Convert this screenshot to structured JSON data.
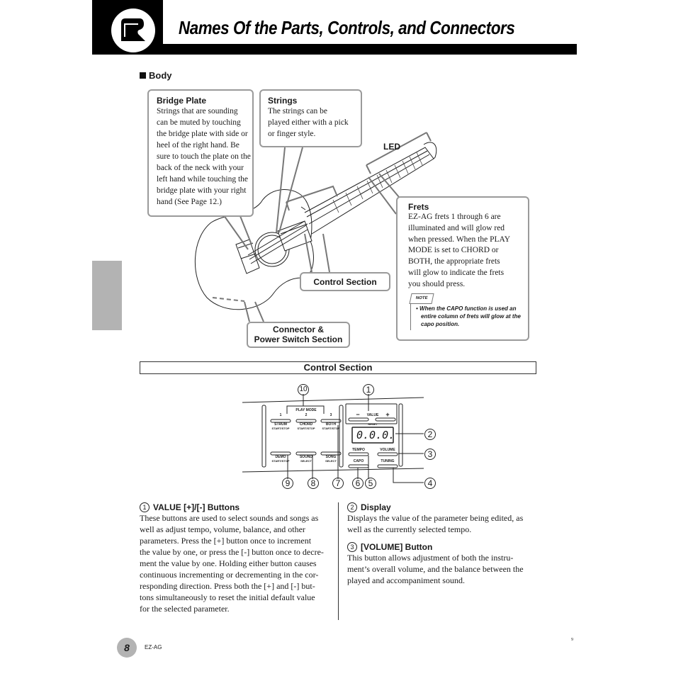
{
  "header": {
    "title": "Names Of the Parts, Controls, and Connectors",
    "icon": "grand-piano-icon"
  },
  "body_section": {
    "heading": "Body"
  },
  "callouts": {
    "bridge_plate": {
      "title": "Bridge Plate",
      "lines": [
        "Strings that are sounding",
        "can be muted by touching",
        "the bridge plate with side or",
        "heel of the right hand. Be",
        "sure to touch the plate on the",
        "back of the neck with your",
        "left hand while touching the",
        "bridge plate with your right",
        "hand (See Page 12.)"
      ]
    },
    "strings": {
      "title": "Strings",
      "lines": [
        "The strings can be",
        "played either with a pick",
        "or finger style."
      ]
    },
    "led": "LED",
    "frets": {
      "title": "Frets",
      "lines": [
        "EZ-AG frets 1 through 6 are",
        "illuminated and will glow red",
        "when pressed. When the PLAY",
        "MODE is set to CHORD or",
        "BOTH, the appropriate frets",
        "will glow to indicate the frets",
        "you should press."
      ]
    },
    "note": {
      "tag": "NOTE",
      "lines": [
        "• When the CAPO function is used an",
        "entire column of frets will glow at the",
        "capo position."
      ]
    },
    "control_section": "Control Section",
    "connector": [
      "Connector &",
      "Power Switch Section"
    ]
  },
  "control_section": {
    "heading": "Control Section",
    "panel": {
      "play_mode": "PLAY  MODE",
      "mode_numbers": [
        "1",
        "2",
        "3"
      ],
      "buttons_top": [
        {
          "l1": "STRUM",
          "l2": "START/STOP"
        },
        {
          "l1": "CHORD",
          "l2": "START/STOP"
        },
        {
          "l1": "BOTH",
          "l2": "START/STOP"
        }
      ],
      "buttons_bottom": [
        {
          "l1": "DEMO",
          "l2": "START/STOP"
        },
        {
          "l1": "SOUND",
          "l2": "SELECT"
        },
        {
          "l1": "SONG",
          "l2": "SELECT"
        }
      ],
      "value_minus": "−",
      "value_label": "VALUE",
      "value_plus": "+",
      "reset": "RESET",
      "display": "0.0.0.",
      "tempo": "TEMPO",
      "volume": "VOLUME",
      "capo": "CAPO",
      "tuning": "TUNING"
    },
    "numbers": {
      "n1": "1",
      "n2": "2",
      "n3": "3",
      "n4": "4",
      "n5": "5",
      "n6": "6",
      "n7": "7",
      "n8": "8",
      "n9": "9",
      "n10": "10"
    }
  },
  "descriptions": [
    {
      "num": "1",
      "title": "VALUE [+]/[-] Buttons",
      "lines": [
        "These buttons are used to select sounds and songs as",
        "well as adjust tempo, volume, balance, and other",
        "parameters. Press the [+] button once to increment",
        "the value by one, or press the [-] button once to decre-",
        "ment the value by one. Holding either button causes",
        "continuous incrementing or decrementing in the cor-",
        "responding direction. Press both the [+] and  [-] but-",
        "tons simultaneously to reset the initial default value",
        "for the selected parameter."
      ]
    },
    {
      "num": "2",
      "title": "Display",
      "lines": [
        "Displays the value of the parameter being edited, as",
        "well as the currently selected tempo."
      ]
    },
    {
      "num": "3",
      "title": "[VOLUME] Button",
      "lines": [
        "This button allows adjustment of both the instru-",
        "ment’s overall volume, and the balance between the",
        "played and accompaniment sound."
      ]
    }
  ],
  "footer": {
    "page_number": "8",
    "model": "EZ-AG",
    "corner_mark": "9"
  }
}
